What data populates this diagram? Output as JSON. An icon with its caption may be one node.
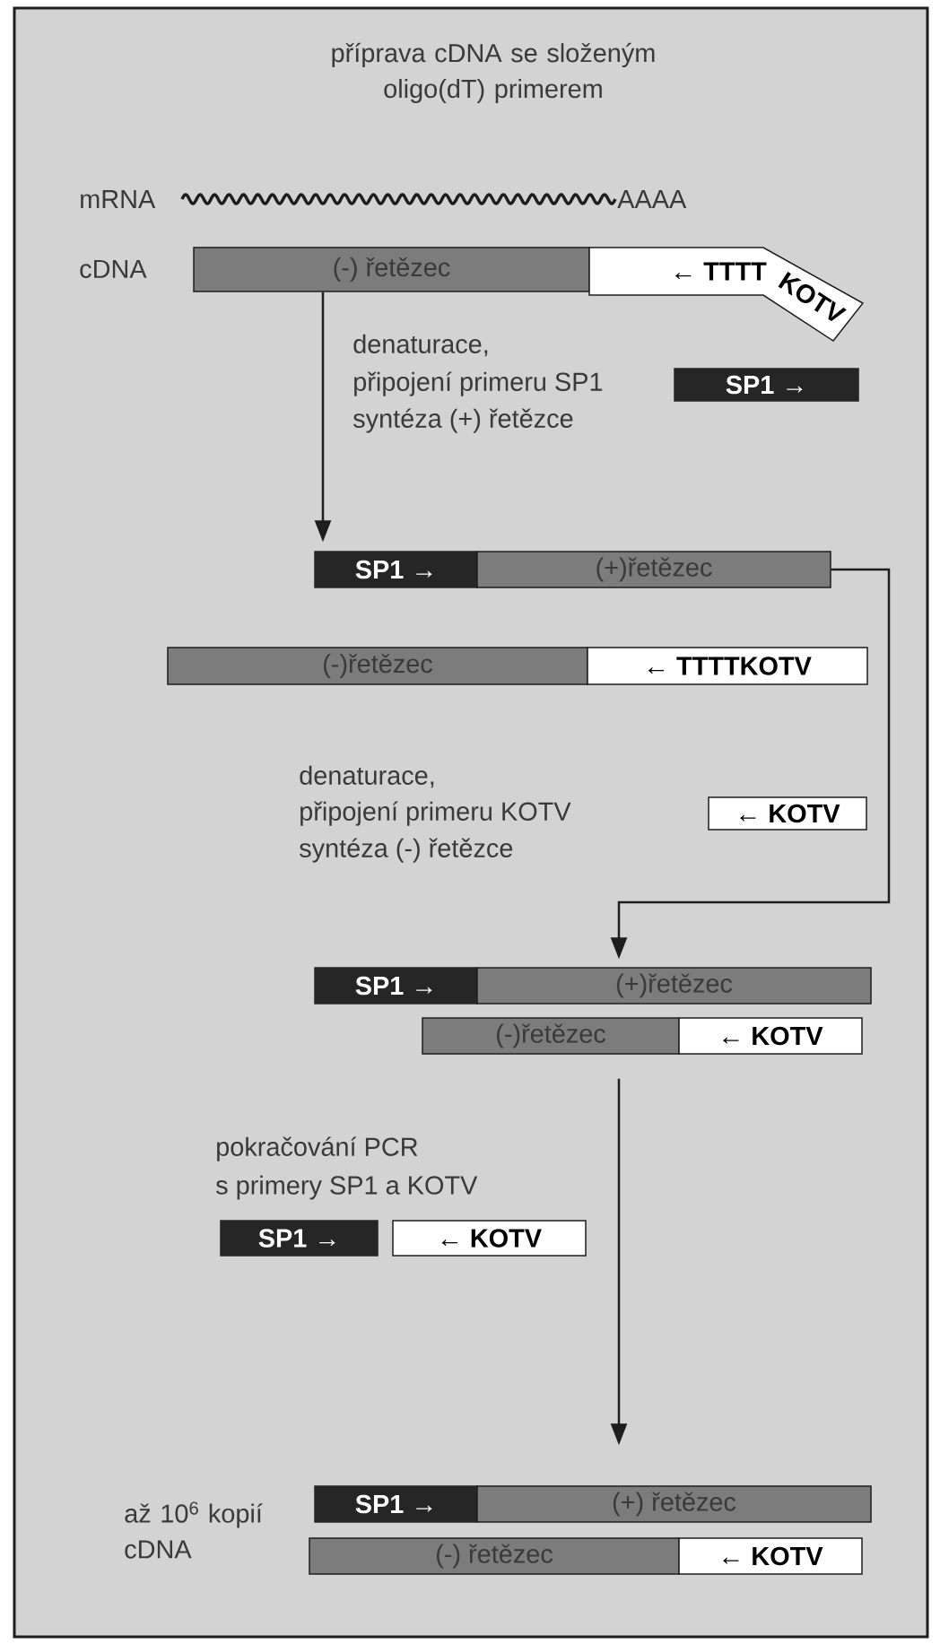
{
  "diagram": {
    "title": "příprava cDNA se složeným oligo(dT) primerem",
    "nodes": [
      {
        "text": [
          "(-) řetězec"
        ]
      },
      {
        "text": [
          "← TTTT",
          "KOTV"
        ]
      },
      {
        "text": [
          "SP1 →"
        ]
      },
      {
        "text": [
          "SP1 →"
        ]
      },
      {
        "text": [
          "(+)řetězec"
        ]
      },
      {
        "text": [
          "(-)řetězec"
        ]
      },
      {
        "text": [
          "← TTTTKOTV"
        ]
      },
      {
        "text": [
          "← KOTV"
        ]
      },
      {
        "text": [
          "SP1 →"
        ]
      },
      {
        "text": [
          "(+)řetězec"
        ]
      },
      {
        "text": [
          "(-)řetězec"
        ]
      },
      {
        "text": [
          "← KOTV"
        ]
      },
      {
        "text": [
          "SP1 →"
        ]
      },
      {
        "text": [
          "← KOTV"
        ]
      },
      {
        "text": [
          "SP1 →"
        ]
      },
      {
        "text": [
          "(+) řetězec"
        ]
      },
      {
        "text": [
          "(-) řetězec"
        ]
      },
      {
        "text": [
          "← KOTV"
        ]
      }
    ],
    "edges": [
      {
        "from": 0,
        "to": 3,
        "arrow": "to"
      },
      {
        "from": 4,
        "to": 9,
        "arrow": "to"
      },
      {
        "from": 10,
        "to": 15,
        "arrow": "to"
      }
    ],
    "labels": [
      "mRNA",
      "AAAA",
      "cDNA",
      "denaturace,",
      "připojení primeru SP1",
      "syntéza (+) řetězce",
      "denaturace,",
      "připojení primeru KOTV",
      "syntéza (-) řetězce",
      "pokračování PCR",
      "s primery SP1 a KOTV",
      "až 10$^{6}$ kopií cDNA"
    ]
  }
}
